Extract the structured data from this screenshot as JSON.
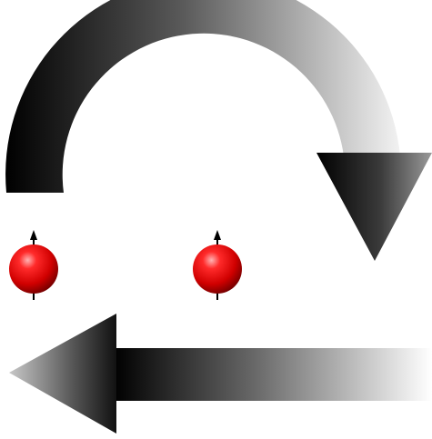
{
  "diagram": {
    "curved_arrow": {
      "direction": "clockwise",
      "gradient_colors": [
        "#000000",
        "#f4f4f4"
      ]
    },
    "straight_arrow": {
      "direction": "left",
      "gradient_colors": [
        "#000000",
        "#ffffff"
      ]
    },
    "spin_particles": [
      {
        "color": "#e00000",
        "spin": "up"
      },
      {
        "color": "#e00000",
        "spin": "up"
      }
    ],
    "colors": {
      "particle_highlight": "#ffb3b3",
      "particle_base": "#e00000",
      "particle_shadow": "#7a0000",
      "spin_axis": "#000000"
    }
  }
}
